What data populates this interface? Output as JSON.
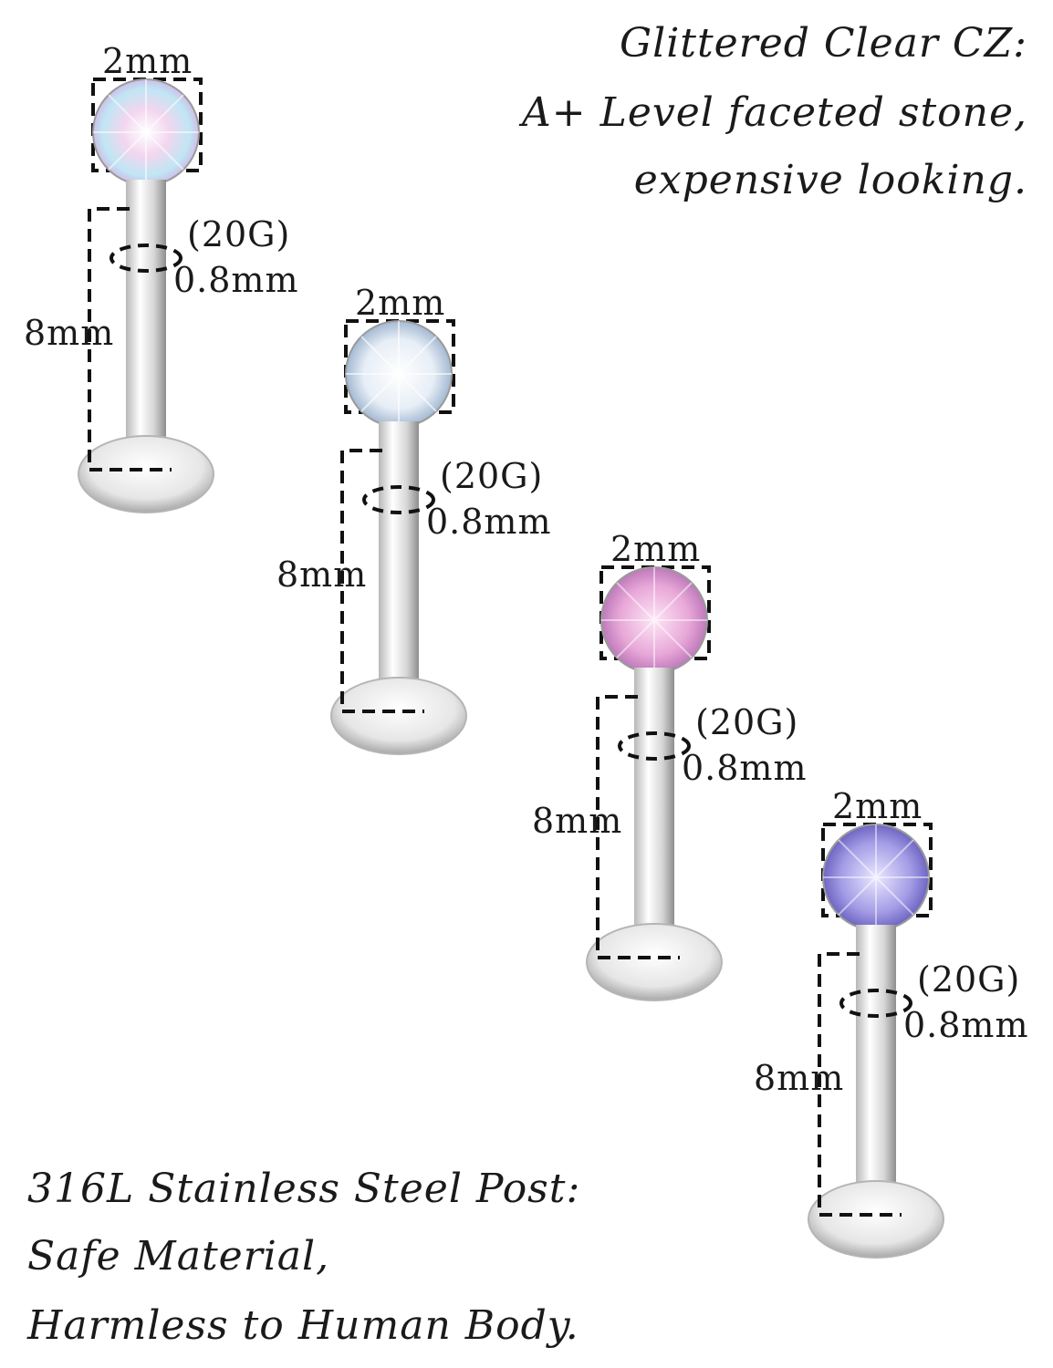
{
  "header_text": {
    "line1": "Glittered Clear CZ:",
    "line2": "A+ Level faceted stone,",
    "line3": "expensive looking."
  },
  "footer_text": {
    "line1": "316L Stainless Steel Post:",
    "line2": "Safe Material,",
    "line3": "Harmless to Human Body."
  },
  "studs": [
    {
      "stone_color": "aurora-borealis",
      "width_label": "2mm",
      "gauge_label": "(20G)",
      "diameter_label": "0.8mm",
      "length_label": "8mm"
    },
    {
      "stone_color": "clear",
      "width_label": "2mm",
      "gauge_label": "(20G)",
      "diameter_label": "0.8mm",
      "length_label": "8mm"
    },
    {
      "stone_color": "pink",
      "width_label": "2mm",
      "gauge_label": "(20G)",
      "diameter_label": "0.8mm",
      "length_label": "8mm"
    },
    {
      "stone_color": "purple",
      "width_label": "2mm",
      "gauge_label": "(20G)",
      "diameter_label": "0.8mm",
      "length_label": "8mm"
    }
  ],
  "colors": {
    "text": "#1a1a1a",
    "steel_light": "#f2f2f2",
    "steel_dark": "#9a9a9a",
    "aurora": "#e8d8f0",
    "clear": "#dfe8f2",
    "pink": "#e9b4dc",
    "purple": "#a9a2e6"
  }
}
